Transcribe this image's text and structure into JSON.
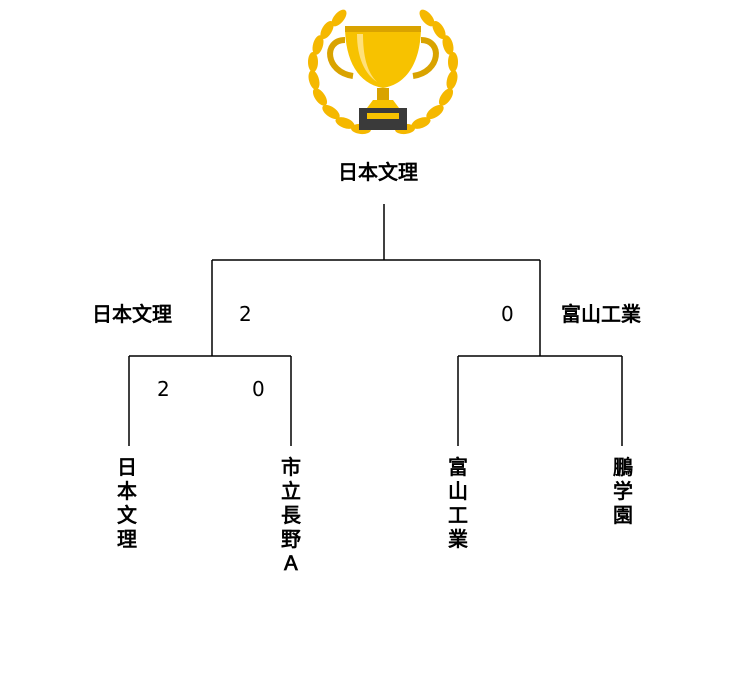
{
  "champion": "日本文理",
  "semifinal": {
    "left": {
      "name": "日本文理",
      "score": "2"
    },
    "right": {
      "name": "富山工業",
      "score": "0"
    }
  },
  "first_round": {
    "left": {
      "team1": {
        "name": "日本文理",
        "score": "2"
      },
      "team2": {
        "name": "市立長野Ａ",
        "score": "0"
      }
    },
    "right": {
      "team1": {
        "name": "富山工業"
      },
      "team2": {
        "name": "鵬学園"
      }
    }
  },
  "colors": {
    "trophy_gold": "#f7c200",
    "trophy_dark": "#d9a300",
    "laurel": "#f5b800",
    "base": "#3a3a3a"
  }
}
